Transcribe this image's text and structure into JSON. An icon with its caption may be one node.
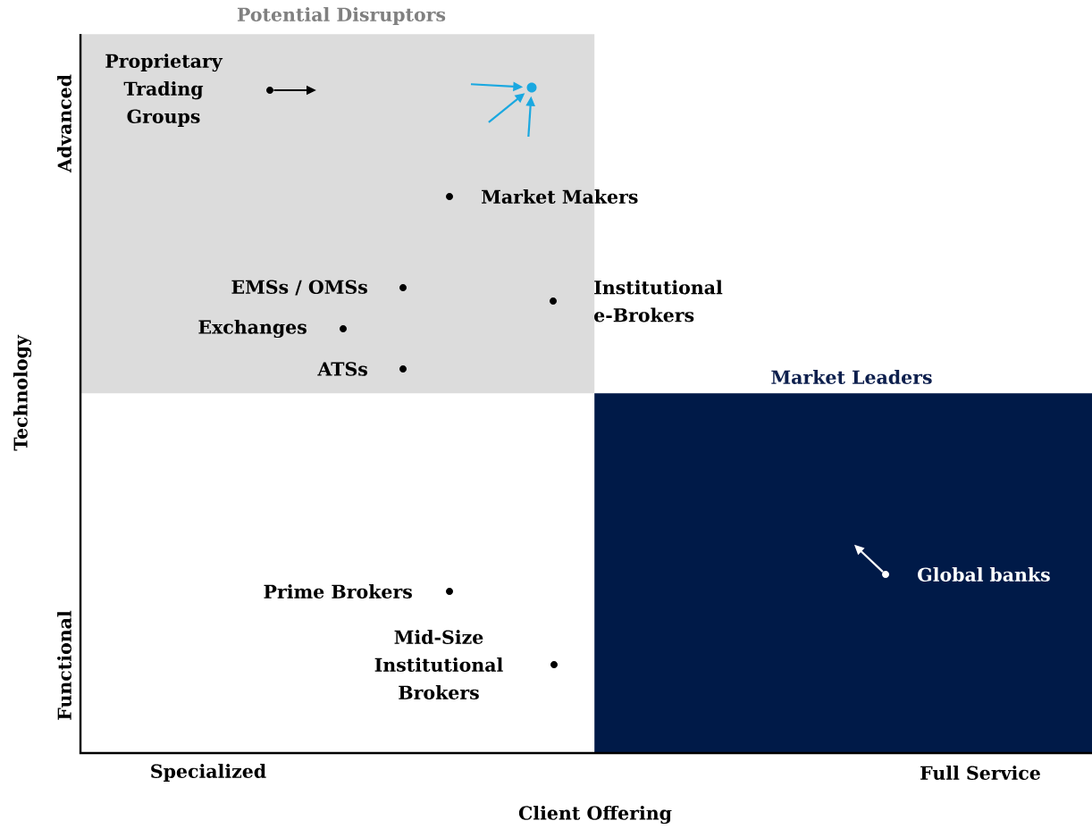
{
  "diagram": {
    "nodes": [
      {
        "text": [
          "Potential Disruptors"
        ]
      },
      {
        "text": [
          "Market Leaders"
        ]
      },
      {
        "text": [
          "Proprietary Trading Groups"
        ],
        "in": 0
      },
      {
        "text": [],
        "shape": "circle",
        "in": 0
      },
      {
        "text": [
          "Global banks"
        ],
        "in": 1
      }
    ],
    "edges": [
      {
        "from": 2,
        "to": null,
        "arrow": "to",
        "color": "#000000"
      },
      {
        "from": null,
        "to": 3,
        "arrow": "to",
        "color": "#1aa8e0"
      },
      {
        "from": null,
        "to": 3,
        "arrow": "to",
        "color": "#1aa8e0"
      },
      {
        "from": null,
        "to": 3,
        "arrow": "to",
        "color": "#1aa8e0"
      },
      {
        "from": 4,
        "to": null,
        "arrow": "to",
        "color": "#ffffff"
      }
    ],
    "labels": [
      "Advanced",
      "Market Makers",
      "EMSs / OMSs",
      "Institutional e-Brokers",
      "Exchanges",
      "ATSs",
      "Technology",
      "Prime Brokers",
      "Mid-Size Institutional Brokers",
      "Functional",
      "Specialized",
      "Full Service",
      "Client Offering"
    ]
  }
}
